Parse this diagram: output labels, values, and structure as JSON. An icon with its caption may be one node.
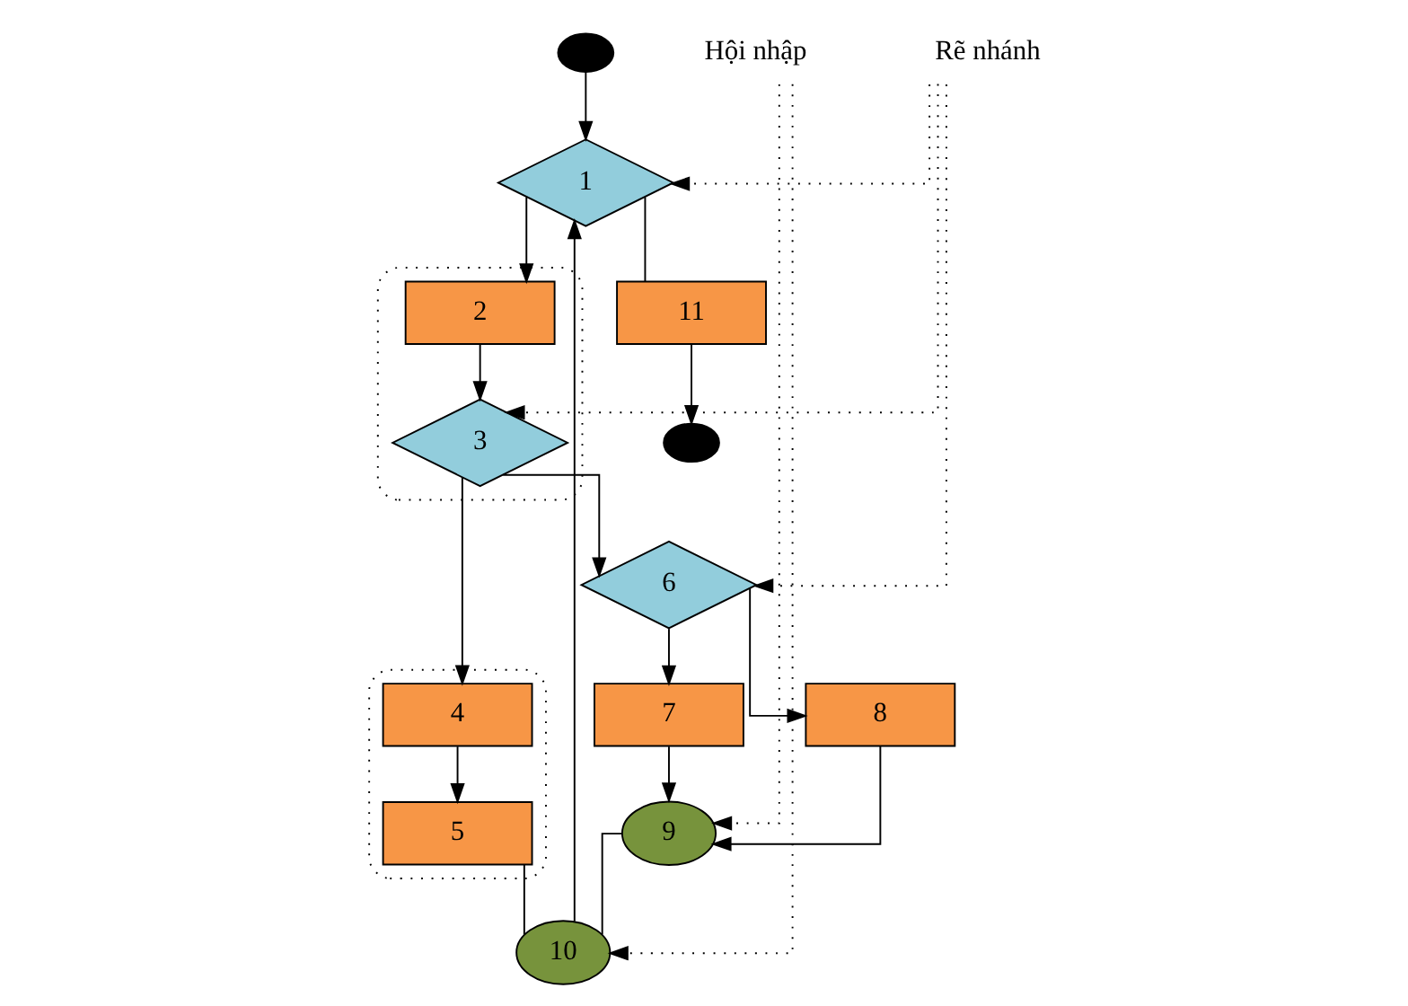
{
  "diagram": {
    "nodes": [
      {
        "text": [],
        "shape": "circle"
      },
      {
        "text": [
          "1"
        ]
      },
      {
        "text": [
          "Rẽ nhánh"
        ]
      },
      {
        "text": [],
        "shape": "ellipse"
      },
      {
        "text": [
          "2"
        ],
        "in": 3
      },
      {
        "text": [
          "3"
        ],
        "in": 3
      },
      {
        "text": [
          "6"
        ]
      },
      {
        "text": [],
        "shape": "ellipse"
      },
      {
        "text": [
          "4"
        ],
        "in": 7
      },
      {
        "text": [
          "7"
        ]
      },
      {
        "text": [
          "8"
        ]
      },
      {
        "text": [
          "5"
        ],
        "in": 7
      },
      {
        "text": [
          "11"
        ]
      },
      {
        "text": [
          "9"
        ]
      },
      {
        "text": [
          "10"
        ]
      },
      {
        "text": [],
        "shape": "circle"
      },
      {
        "text": [
          "Hội nhập"
        ]
      }
    ],
    "edges": [
      {
        "from": 0,
        "to": 1,
        "arrow": "to"
      },
      {
        "from": 14,
        "to": 1,
        "arrow": "to"
      },
      {
        "from": 1,
        "to": 12,
        "arrow": "none"
      },
      {
        "from": 12,
        "to": 15,
        "arrow": "to"
      },
      {
        "from": 1,
        "to": 4,
        "arrow": "to"
      },
      {
        "from": 4,
        "to": 5,
        "arrow": "to"
      },
      {
        "from": 5,
        "to": 6,
        "arrow": "to"
      },
      {
        "from": 5,
        "to": 8,
        "arrow": "to"
      },
      {
        "from": 8,
        "to": 11,
        "arrow": "to"
      },
      {
        "from": 6,
        "to": 9,
        "arrow": "to"
      },
      {
        "from": 6,
        "to": 10,
        "arrow": "to"
      },
      {
        "from": 9,
        "to": 13,
        "arrow": "to"
      },
      {
        "from": 10,
        "to": 13,
        "arrow": "to"
      },
      {
        "from": 13,
        "to": 14,
        "arrow": "none"
      },
      {
        "from": 11,
        "to": 14,
        "arrow": "none"
      },
      {
        "from": 2,
        "to": 1,
        "arrow": "to",
        "style": "dashed"
      },
      {
        "from": 2,
        "to": 5,
        "arrow": "to",
        "style": "dashed"
      },
      {
        "from": 2,
        "to": 6,
        "arrow": "to",
        "style": "dashed"
      },
      {
        "from": 16,
        "to": 13,
        "arrow": "to",
        "style": "dashed"
      },
      {
        "from": 16,
        "to": 14,
        "arrow": "to",
        "style": "dashed"
      }
    ]
  }
}
